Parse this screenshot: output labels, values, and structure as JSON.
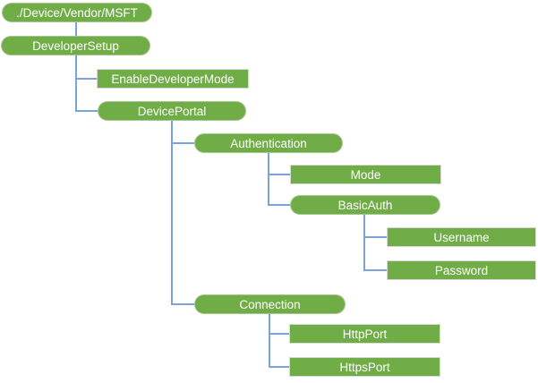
{
  "diagram": {
    "type": "tree",
    "nodes": [
      {
        "id": "root",
        "label": "./Device/Vendor/MSFT",
        "shape": "pill",
        "parent": null
      },
      {
        "id": "developer_setup",
        "label": "DeveloperSetup",
        "shape": "pill",
        "parent": "root"
      },
      {
        "id": "enable_developer_mode",
        "label": "EnableDeveloperMode",
        "shape": "rect",
        "parent": "developer_setup"
      },
      {
        "id": "device_portal",
        "label": "DevicePortal",
        "shape": "pill",
        "parent": "developer_setup"
      },
      {
        "id": "authentication",
        "label": "Authentication",
        "shape": "pill",
        "parent": "device_portal"
      },
      {
        "id": "mode",
        "label": "Mode",
        "shape": "rect",
        "parent": "authentication"
      },
      {
        "id": "basic_auth",
        "label": "BasicAuth",
        "shape": "pill",
        "parent": "authentication"
      },
      {
        "id": "username",
        "label": "Username",
        "shape": "rect",
        "parent": "basic_auth"
      },
      {
        "id": "password",
        "label": "Password",
        "shape": "rect",
        "parent": "basic_auth"
      },
      {
        "id": "connection",
        "label": "Connection",
        "shape": "pill",
        "parent": "device_portal"
      },
      {
        "id": "http_port",
        "label": "HttpPort",
        "shape": "rect",
        "parent": "connection"
      },
      {
        "id": "https_port",
        "label": "HttpsPort",
        "shape": "rect",
        "parent": "connection"
      }
    ],
    "colors": {
      "node_fill": "#70AD47",
      "node_text": "#FFFFFF",
      "connector": "#78A4D8",
      "leaf_border": "#D9D9D9",
      "background": "#FFFFFF"
    }
  }
}
